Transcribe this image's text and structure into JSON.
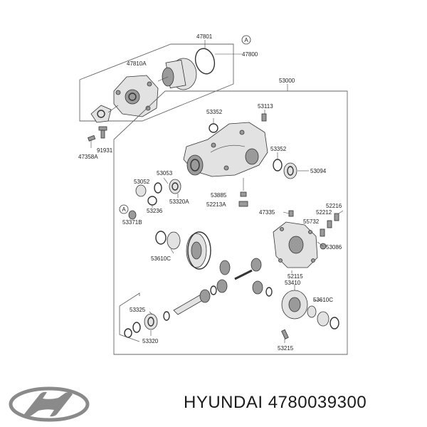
{
  "diagram": {
    "part_labels": {
      "p47801": "47801",
      "p47800": "47800",
      "pA1": "A",
      "p47810A": "47810A",
      "p53000": "53000",
      "p53352a": "53352",
      "p53113": "53113",
      "p91931": "91931",
      "p47358A": "47358A",
      "p53352b": "53352",
      "p53094": "53094",
      "p53053": "53053",
      "p53052": "53052",
      "p53320A": "53320A",
      "p53236": "53236",
      "p53885": "53885",
      "p52213A": "52213A",
      "pA2": "A",
      "p53371B": "53371B",
      "p47335": "47335",
      "p52216": "52216",
      "p52212": "52212",
      "p55732": "55732",
      "p53086": "53086",
      "p53610Ca": "53610C",
      "p52115": "52115",
      "p53410": "53410",
      "p53610Cb": "53610C",
      "p53325": "53325",
      "p53320": "53320",
      "p53215": "53215"
    }
  },
  "footer": {
    "brand": "HYUNDAI",
    "part_number": "4780039300",
    "logo_icon": "hyundai-logo-icon"
  },
  "colors": {
    "ink": "#333333",
    "background": "#ffffff"
  }
}
